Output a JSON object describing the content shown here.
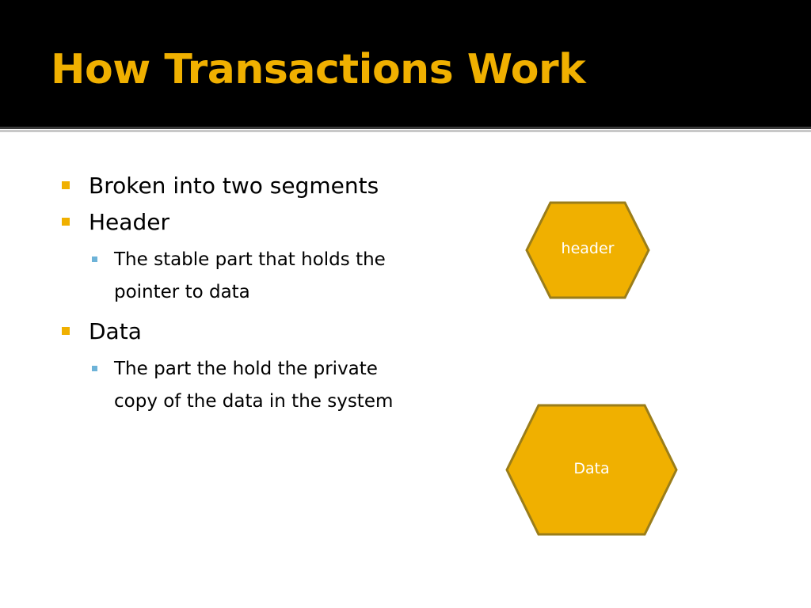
{
  "slide": {
    "title": "How Transactions Work",
    "bullets": [
      {
        "text": "Broken into two segments",
        "sub": []
      },
      {
        "text": "Header",
        "sub": [
          "The stable part that holds the pointer to data"
        ]
      },
      {
        "text": "Data",
        "sub": [
          "The part the hold the private copy of the data in the system"
        ]
      }
    ]
  },
  "diagram": {
    "header_label": "header",
    "data_label": "Data"
  },
  "colors": {
    "accent": "#f0b000",
    "shape_fill": "#f0b000",
    "shape_stroke": "#9a7d1a",
    "sub_bullet": "#6db3d8"
  }
}
